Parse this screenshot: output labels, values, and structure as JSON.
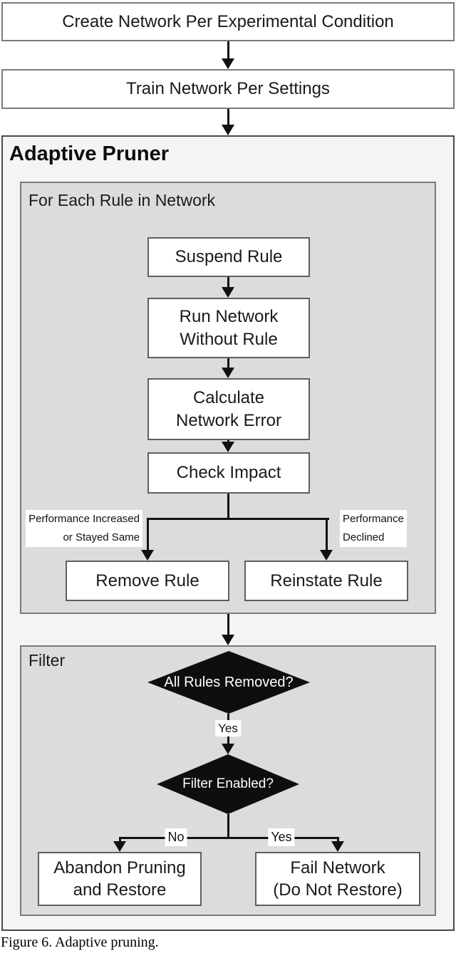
{
  "figure": {
    "caption": "Figure 6. Adaptive pruning."
  },
  "nodes": {
    "create": "Create Network Per Experimental Condition",
    "train": "Train Network Per Settings",
    "suspend": "Suspend Rule",
    "run": "Run Network\nWithout Rule",
    "calculate": "Calculate\nNetwork Error",
    "check": "Check Impact",
    "remove": "Remove Rule",
    "reinstate": "Reinstate Rule",
    "abandon": "Abandon Pruning\nand Restore",
    "fail": "Fail Network\n(Do Not Restore)"
  },
  "containers": {
    "pruner": "Adaptive Pruner",
    "rule_loop": "For Each Rule in Network",
    "filter": "Filter"
  },
  "decisions": {
    "all_rules_removed": "All Rules Removed?",
    "filter_enabled": "Filter Enabled?"
  },
  "edge_labels": {
    "increased": "Performance Increased\nor Stayed Same",
    "declined": "Performance\nDeclined",
    "yes_removed": "Yes",
    "no_branch": "No",
    "yes_branch": "Yes"
  },
  "colors": {
    "diamond_fill": "#0e0e0e",
    "pruner_fill": "#f4f4f4",
    "section_fill": "#dcdcdc",
    "node_fill": "#ffffff",
    "line": "#111111",
    "outer_border": "#4a4a4a",
    "section_border": "#7a7a7a"
  }
}
